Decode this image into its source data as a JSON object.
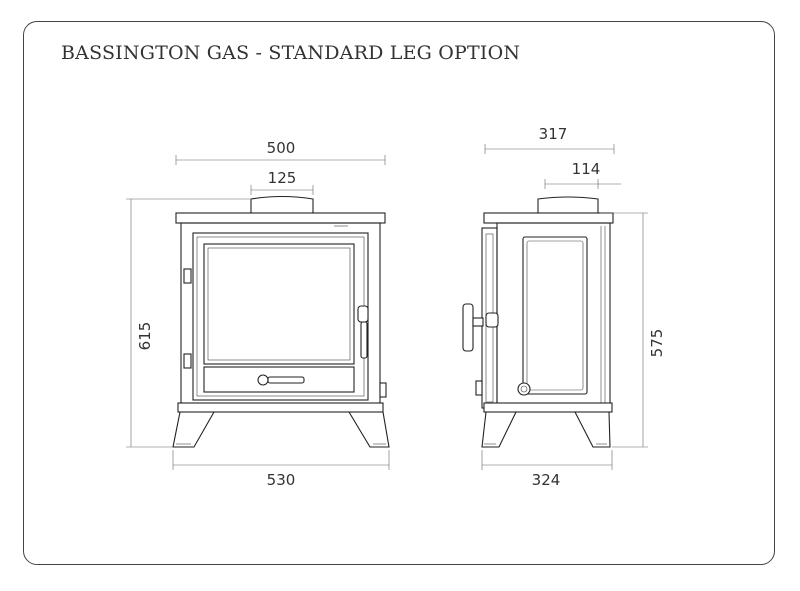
{
  "title": "BASSINGTON GAS - STANDARD LEG OPTION",
  "front_view": {
    "dimensions": {
      "overall_width": "500",
      "flue_collar": "125",
      "height": "615",
      "leg_width": "530"
    }
  },
  "side_view": {
    "dimensions": {
      "overall_depth": "317",
      "flue_offset": "114",
      "height": "575",
      "leg_depth": "324"
    }
  },
  "colors": {
    "line": "#222222",
    "dimension": "#666666",
    "text": "#333333",
    "border": "#444444"
  }
}
